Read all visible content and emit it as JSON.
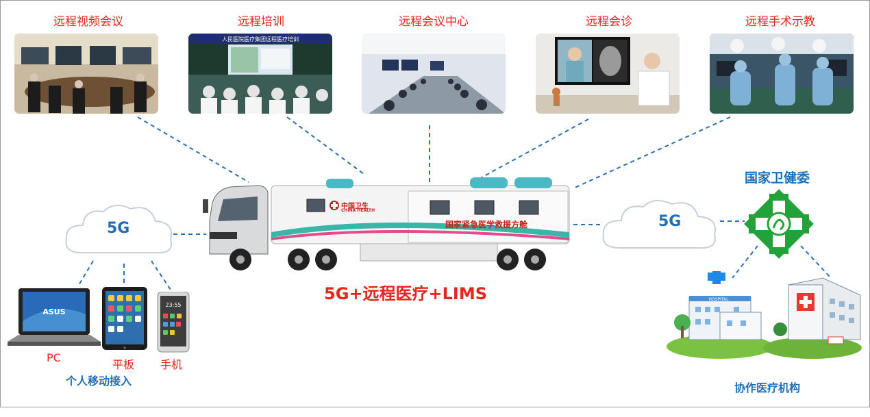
{
  "diagram": {
    "services": [
      {
        "label": "远程视频会议"
      },
      {
        "label": "远程培训"
      },
      {
        "label": "远程会议中心"
      },
      {
        "label": "远程会诊"
      },
      {
        "label": "远程手术示教"
      }
    ],
    "training_banner": "人民医院医疗集团远程医疗培训",
    "left_cloud": "5G",
    "right_cloud": "5G",
    "devices": [
      {
        "label": "PC"
      },
      {
        "label": "平板"
      },
      {
        "label": "手机"
      }
    ],
    "laptop_brand": "ASUS",
    "phone_time": "23:55",
    "personal_access": "个人移动接入",
    "headline": "5G+远程医疗+LIMS",
    "truck_logo_cn": "中国卫生",
    "truck_logo_en": "CHINA HEALTH",
    "truck_cabin_label": "国家紧急医学救援方舱",
    "gov_label": "国家卫健委",
    "hospital_sign": "HOSPITAL",
    "partner_label": "协作医疗机构",
    "colors": {
      "label_red": "#e5261c",
      "accent_blue": "#1f6fb5",
      "emblem_green": "#22a33a",
      "connector_blue": "#2a6fb5"
    }
  }
}
